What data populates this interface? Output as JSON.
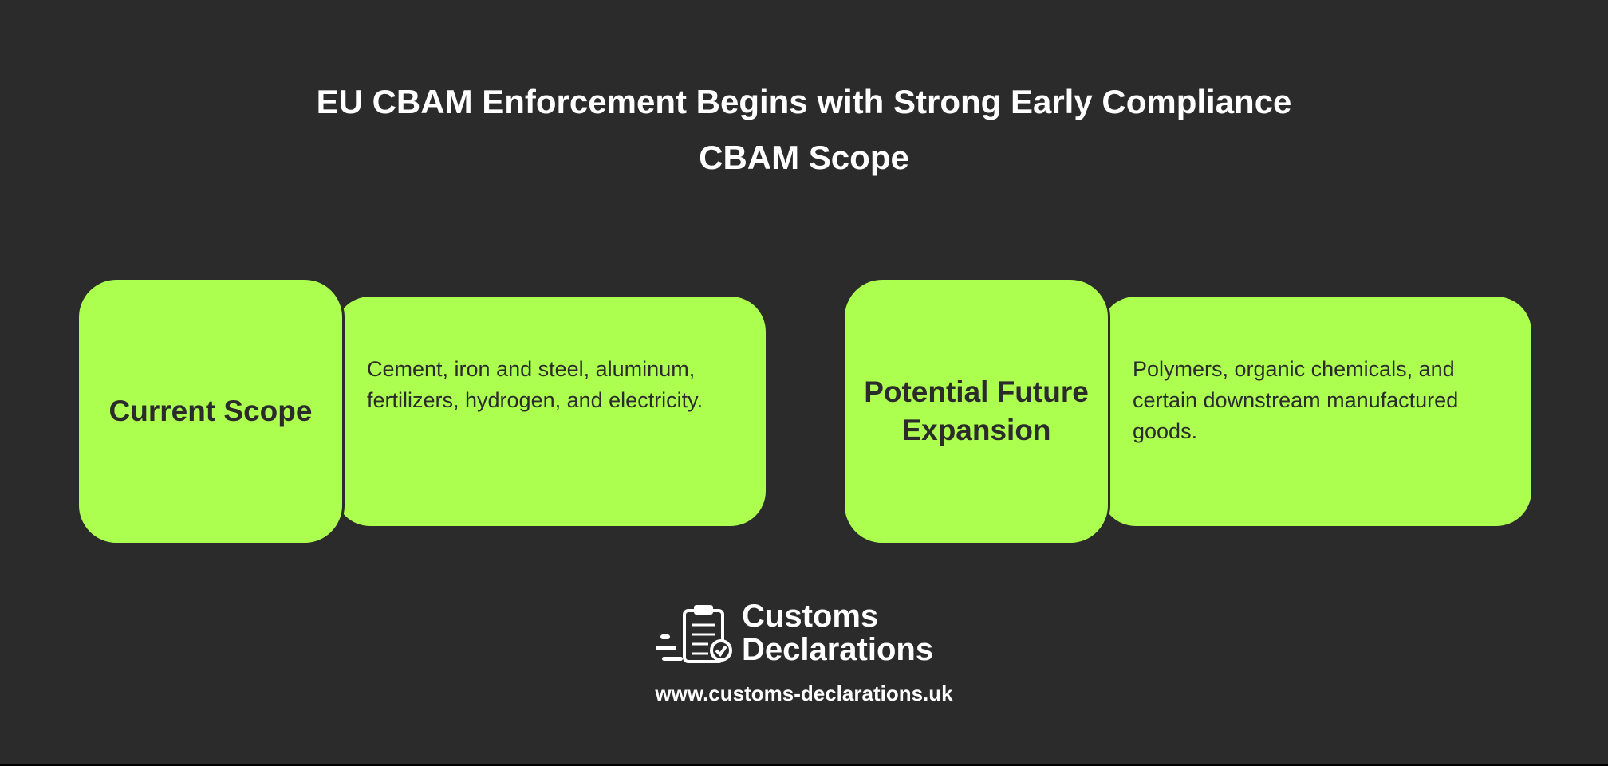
{
  "header": {
    "title": "EU CBAM Enforcement Begins with Strong Early Compliance",
    "subtitle": "CBAM Scope"
  },
  "cards": [
    {
      "label": "Current Scope",
      "description": "Cement, iron and steel, aluminum, fertilizers, hydrogen, and electricity."
    },
    {
      "label": "Potential Future Expansion",
      "description": "Polymers, organic chemicals, and certain downstream manufactured goods."
    }
  ],
  "footer": {
    "logo_line1": "Customs",
    "logo_line2": "Declarations",
    "url": "www.customs-declarations.uk"
  },
  "colors": {
    "background": "#2b2b2b",
    "accent": "#adff4f",
    "text_dark": "#2b2b2b"
  }
}
